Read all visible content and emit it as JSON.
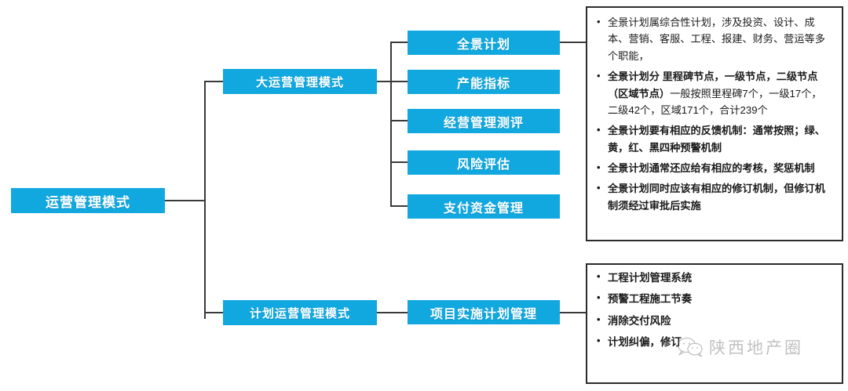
{
  "diagram": {
    "type": "org-tree",
    "root": {
      "label": "运营管理模式"
    },
    "level2": [
      {
        "label": "大运营管理模式"
      },
      {
        "label": "计划运营管理模式"
      }
    ],
    "level3_branch_a": [
      {
        "label": "全景计划"
      },
      {
        "label": "产能指标"
      },
      {
        "label": "经营管理测评"
      },
      {
        "label": "风险评估"
      },
      {
        "label": "支付资金管理"
      }
    ],
    "level3_branch_b": [
      {
        "label": "项目实施计划管理"
      }
    ],
    "colors": {
      "node_fill": "#11a8e0",
      "node_text": "#ffffff",
      "connector": "#3a3a3a",
      "panel_border": "#2b2b2b",
      "panel_text": "#1a1a1a"
    }
  },
  "panel_top": {
    "bullets": [
      {
        "text": "全景计划属综合性计划，涉及投资、设计、成本、营销、客服、工程、报建、财务、营运等多个职能，",
        "bold": false
      },
      {
        "bold_part": "全景计划分 里程碑节点，一级节点，二级节点（区域节点）",
        "normal_part": "一般按照里程碑7个，一级17个，二级42个，区域171个，合计239个"
      },
      {
        "text": "全景计划要有相应的反馈机制：通常按照；绿、黄，红、黑四种预警机制",
        "bold": true
      },
      {
        "text": "全景计划通常还应给有相应的考核，奖惩机制",
        "bold": true
      },
      {
        "text": "全景计划同时应该有相应的修订机制，但修订机制须经过审批后实施",
        "bold": true
      }
    ]
  },
  "panel_bottom": {
    "bullets": [
      {
        "text": "工程计划管理系统"
      },
      {
        "text": "预警工程施工节奏"
      },
      {
        "text": "消除交付风险"
      },
      {
        "text": "计划纠偏，修订"
      }
    ]
  },
  "watermark": {
    "text": "陕西地产圈",
    "icon": "wechat-icon"
  }
}
